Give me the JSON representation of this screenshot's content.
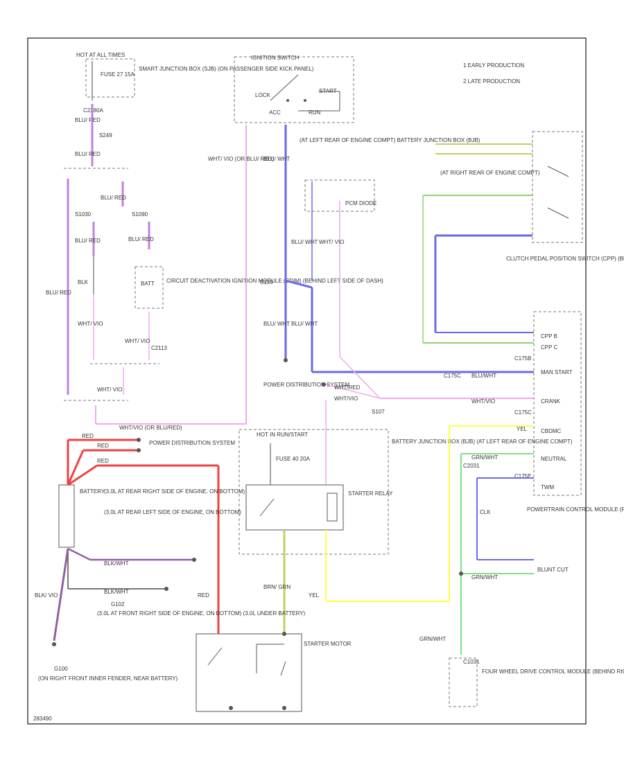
{
  "legend": {
    "item1": "1 EARLY PRODUCTION",
    "item2": "2 LATE PRODUCTION"
  },
  "labels": {
    "hot_at_all_times_top": "HOT AT ALL TIMES",
    "fuse_27": "FUSE 27 15A",
    "smart_junction_box": "SMART JUNCTION BOX (SJB) (ON PASSENGER SIDE KICK PANEL)",
    "c2280a": "C2280A",
    "s249": "S249",
    "ignition_switch": "IGNITION SWITCH",
    "lock": "LOCK",
    "start": "START",
    "acc": "ACC",
    "run": "RUN",
    "battery_junction_box_top": "(AT LEFT REAR OF ENGINE COMPT) BATTERY JUNCTION BOX (BJB)",
    "pcm_diode": "PCM DIODE",
    "relay_top": "(AT RIGHT REAR OF ENGINE COMPT)",
    "s1030": "S1030",
    "s1090": "S1090",
    "circuit_deactivation": "CIRCUIT DEACTIVATION IGNITION MODULE (CDIM) (BEHIND LEFT SIDE OF DASH)",
    "c2113": "C2113",
    "batt": "BATT",
    "clutch_pedal_switch": "CLUTCH PEDAL POSITION SWITCH (CPP) (BEHIND LEFT SIDE OF DASH, ABOVE CLUTCH PEDAL)",
    "cpp_b": "CPP B",
    "cpp_c": "CPP C",
    "c175b": "C175B",
    "man_start": "MAN START",
    "crank": "CRANK",
    "c175c": "C175C",
    "cbdmc": "CBDMC",
    "neutral": "NEUTRAL",
    "twm": "TWM",
    "c175e": "C175E",
    "pcm_desc": "POWERTRAIN CONTROL MODULE (PCM) (AT LEFT SIDE OF FIREWALL)",
    "power_distribution_system": "POWER DISTRIBUTION SYSTEM",
    "s107": "S107",
    "hot_in_run_start": "HOT IN RUN/START",
    "fuse_40": "FUSE 40 20A",
    "bjb_bottom": "BATTERY JUNCTION BOX (BJB) (AT LEFT REAR OF ENGINE COMPT)",
    "starter_relay": "STARTER RELAY",
    "battery": "BATTERY",
    "power_distribution_top": "POWER DISTRIBUTION SYSTEM",
    "g103_rear_right": "(3.0L AT REAR RIGHT SIDE OF ENGINE, ON BOTTOM)",
    "g103_rear_left": "(3.0L AT REAR LEFT SIDE OF ENGINE, ON BOTTOM)",
    "g102": "G102",
    "g102_desc": "(3.0L AT FRONT RIGHT SIDE OF ENGINE, ON BOTTOM) (3.0L UNDER BATTERY)",
    "g100": "G100",
    "g100_desc": "(ON RIGHT FRONT INNER FENDER, NEAR BATTERY)",
    "starter_motor": "STARTER MOTOR",
    "four_wheel_drive": "FOUR WHEEL DRIVE CONTROL MODULE (BEHIND RIGHT SIDE OF DASH)",
    "c1031": "C1031",
    "c2031": "C2031",
    "clk": "CLK",
    "blunt_cut": "BLUNT CUT",
    "footer_code": "283490"
  },
  "wires": {
    "blu_red": "BLU/ RED",
    "blu_wht": "BLU/ WHT",
    "wht_vio": "WHT/ VIO",
    "wht_vio_or": "WHT/ VIO (OR BLU/ RED)",
    "wht_vio_or_blu_red": "WHT/VIO (OR BLU/RED)",
    "blk": "BLK",
    "red": "RED",
    "blk_wht": "BLK/WHT",
    "blk_vio": "BLK/ VIO",
    "brn_grn": "BRN/ GRN",
    "yel": "YEL",
    "grn_wht": "GRN/WHT",
    "blu_wht_cpp": "BLU/WHT",
    "wht_red": "WHT/RED",
    "wht_vio_h": "WHT/VIO"
  },
  "colors": {
    "blu_red": "#c080e0",
    "blu_wht": "#6a6ae8",
    "wht_vio": "#f0a8f0",
    "red": "#f04040",
    "yel": "#ffff40",
    "grn": "#80e080",
    "brn_grn": "#c0d060",
    "blk": "#555555",
    "blk_vio": "#9060a0"
  }
}
